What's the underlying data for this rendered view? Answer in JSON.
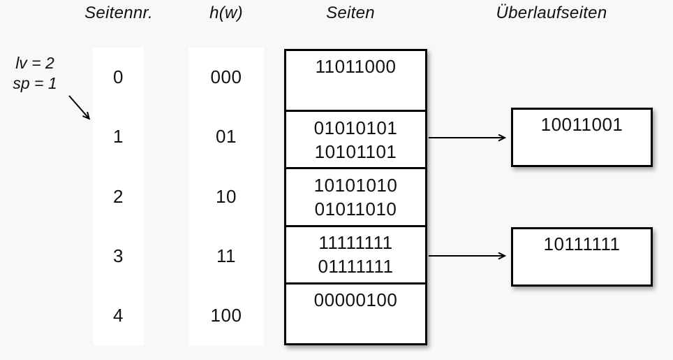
{
  "headers": {
    "page_no": "Seitennr.",
    "hash": "h(w)",
    "pages": "Seiten",
    "overflow": "Überlaufseiten"
  },
  "annotations": {
    "lv": "lv = 2",
    "sp": "sp = 1"
  },
  "rows": [
    {
      "page_no": "0",
      "hash": "000",
      "values": [
        "11011000"
      ],
      "overflow": null
    },
    {
      "page_no": "1",
      "hash": "01",
      "values": [
        "01010101",
        "10101101"
      ],
      "overflow": "10011001"
    },
    {
      "page_no": "2",
      "hash": "10",
      "values": [
        "10101010",
        "01011010"
      ],
      "overflow": null
    },
    {
      "page_no": "3",
      "hash": "11",
      "values": [
        "11111111",
        "01111111"
      ],
      "overflow": "10111111"
    },
    {
      "page_no": "4",
      "hash": "100",
      "values": [
        "00000100"
      ],
      "overflow": null
    }
  ],
  "colors": {
    "background": "#f8f8f8",
    "box_fill": "#ffffff",
    "line": "#000000"
  }
}
